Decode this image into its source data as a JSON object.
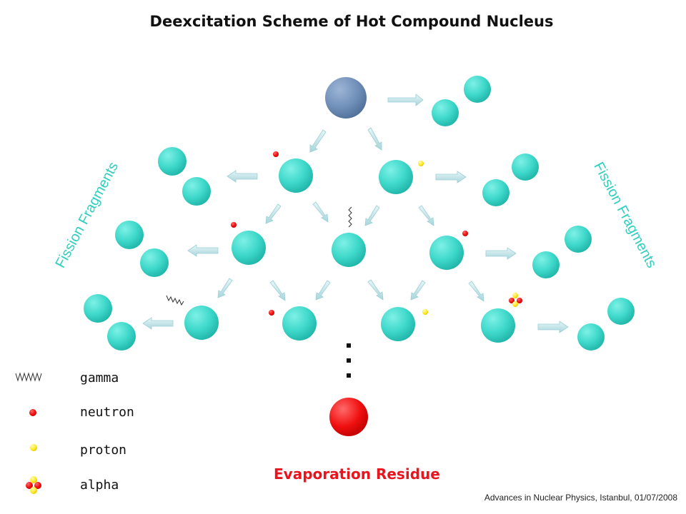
{
  "title": "Deexcitation Scheme of Hot Compound Nucleus",
  "fission_label_left": "Fission Fragments",
  "fission_label_right": "Fission Fragments",
  "legend": [
    {
      "symbol": "gamma-icon",
      "label": "gamma"
    },
    {
      "symbol": "neutron-icon",
      "label": "neutron"
    },
    {
      "symbol": "proton-icon",
      "label": "proton"
    },
    {
      "symbol": "alpha-icon",
      "label": "alpha"
    }
  ],
  "residue_label": "Evaporation Residue",
  "footer": "Advances in Nuclear Physics, Istanbul, 01/07/2008",
  "colors": {
    "compound_nucleus": "#6f8fb8",
    "nucleus": "#3fd9cb",
    "neutron": "#e8141e",
    "proton": "#ffe51a",
    "residue": "#f01010",
    "arrow": "#bfe6ea",
    "fission_label": "#2fcfc0"
  }
}
